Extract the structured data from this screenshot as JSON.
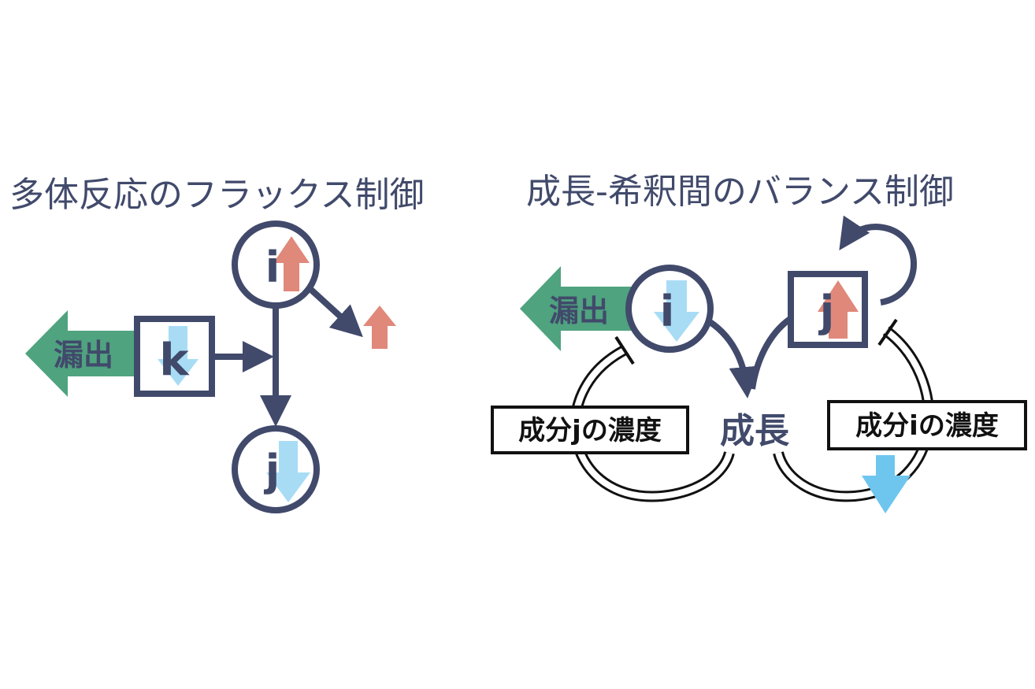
{
  "colors": {
    "navy": "#414a6b",
    "leak_green": "#4fa37f",
    "up_salmon": "#e0887a",
    "down_lightblue": "#a8dcf5",
    "down_blue": "#6ec6ef"
  },
  "left_panel": {
    "title": "多体反応のフラックス制御",
    "leak_label": "漏出",
    "node_i": "i",
    "node_k": "k",
    "node_j": "j"
  },
  "right_panel": {
    "title": "成長-希釈間のバランス制御",
    "leak_label": "漏出",
    "node_i": "i",
    "node_j": "j",
    "growth_label": "成長",
    "concentration_j_label": "成分jの濃度",
    "concentration_i_label": "成分iの濃度"
  }
}
